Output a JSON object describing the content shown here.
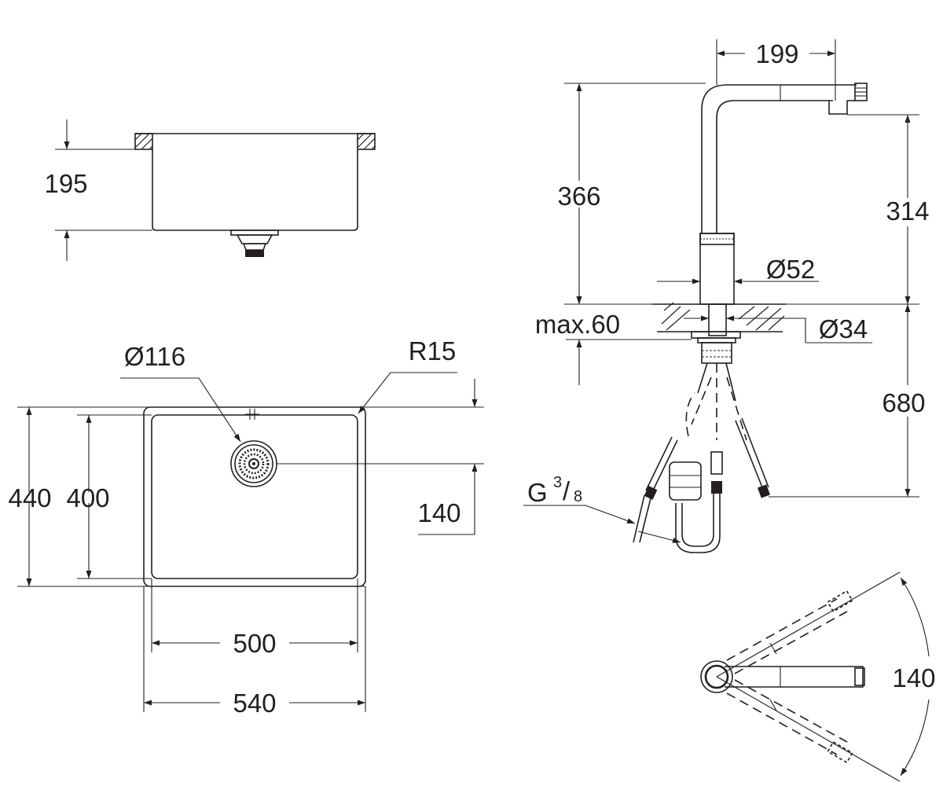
{
  "sink_side": {
    "depth_label": "195"
  },
  "sink_top": {
    "drain_diameter_label": "Ø116",
    "corner_radius_label": "R15",
    "outer_depth_label": "440",
    "inner_depth_label": "400",
    "drain_offset_label": "140",
    "inner_width_label": "500",
    "outer_width_label": "540"
  },
  "faucet": {
    "spout_reach_label": "199",
    "total_height_label": "366",
    "spout_height_label": "314",
    "body_diameter_label": "Ø52",
    "deck_thickness_label": "max.60",
    "shank_diameter_label": "Ø34",
    "hose_length_label": "680",
    "thread_label_main": "G",
    "thread_label_num": "3",
    "thread_label_slash": "/",
    "thread_label_den": "8"
  },
  "swivel": {
    "swivel_angle_label": "140"
  },
  "colors": {
    "line": "#231f20",
    "background": "#ffffff"
  }
}
